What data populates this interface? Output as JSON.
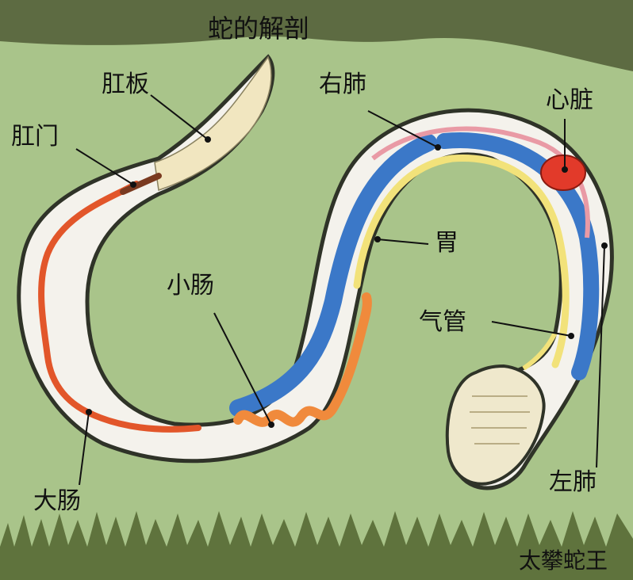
{
  "title": "蛇的解剖",
  "watermark": "太攀蛇王",
  "labels": {
    "gangban": "肛板",
    "gangmen": "肛门",
    "youfei": "右肺",
    "xinzang": "心脏",
    "wei": "胃",
    "xiaochang": "小肠",
    "qiguan": "气管",
    "dachang": "大肠",
    "zuofei": "左肺"
  },
  "colors": {
    "background": "#a9c48a",
    "top-band": "#5d6b42",
    "grass": "#5f733d",
    "body-outline": "#2f3328",
    "lung": "#3b78c8",
    "heart": "#e23a2a",
    "stomach": "#f2e27a",
    "intestine": "#f08a3c",
    "large-intestine": "#e2562a"
  }
}
